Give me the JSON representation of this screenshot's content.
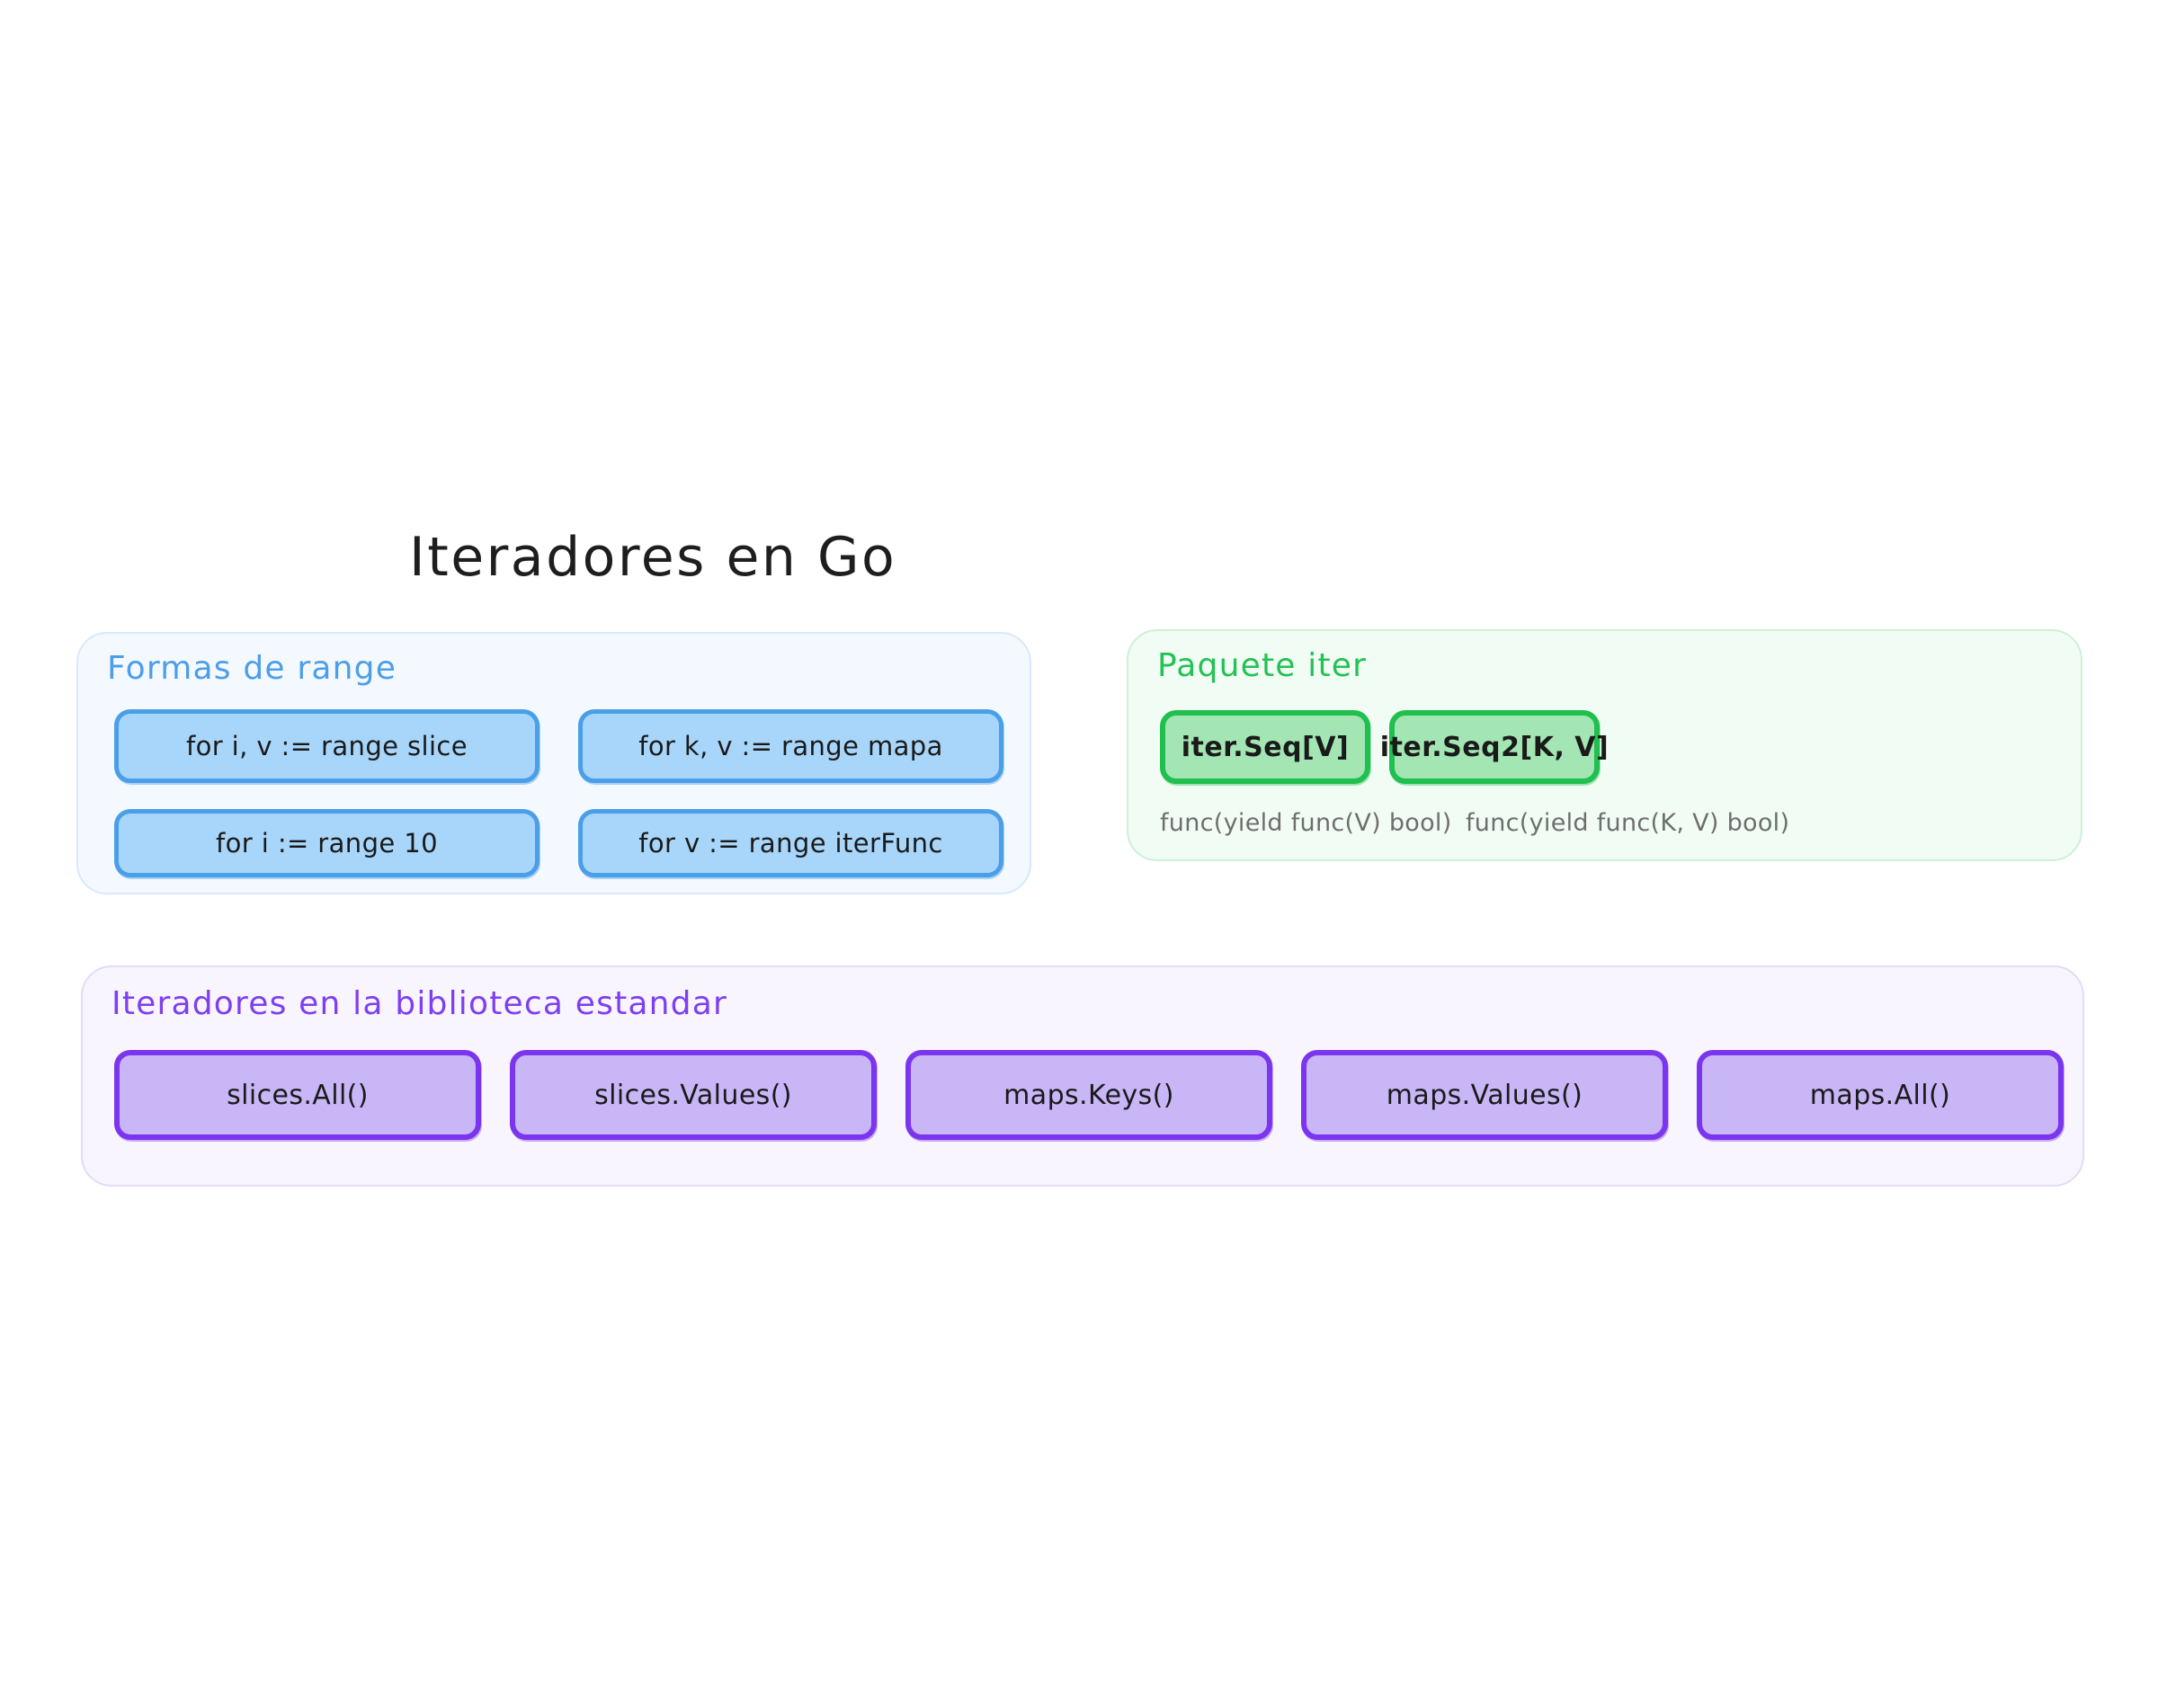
{
  "title": "Iteradores en Go",
  "colors": {
    "blue_accent": "#4c9eeb",
    "blue_fill": "#a8d6fa",
    "blue_panel_bg": "#f4f9ff",
    "green_accent": "#23c254",
    "green_fill": "#a3e6b4",
    "green_panel_bg": "#f1fdf4",
    "purple_accent": "#7e3ff2",
    "purple_fill": "#c9b6f7",
    "purple_panel_bg": "#f8f5fe",
    "caption_gray": "#6e6e6e",
    "title_black": "#1e1e1e"
  },
  "groups": {
    "range": {
      "label": "Formas de range",
      "nodes": [
        {
          "label": "for i, v := range slice"
        },
        {
          "label": "for k, v := range mapa"
        },
        {
          "label": "for i := range 10"
        },
        {
          "label": "for v := range iterFunc"
        }
      ]
    },
    "iter": {
      "label": "Paquete iter",
      "nodes": [
        {
          "label": "iter.Seq[V]",
          "caption": "func(yield func(V) bool)"
        },
        {
          "label": "iter.Seq2[K, V]",
          "caption": "func(yield func(K, V) bool)"
        }
      ]
    },
    "stdlib": {
      "label": "Iteradores en la biblioteca estandar",
      "nodes": [
        {
          "label": "slices.All()"
        },
        {
          "label": "slices.Values()"
        },
        {
          "label": "maps.Keys()"
        },
        {
          "label": "maps.Values()"
        },
        {
          "label": "maps.All()"
        }
      ]
    }
  }
}
